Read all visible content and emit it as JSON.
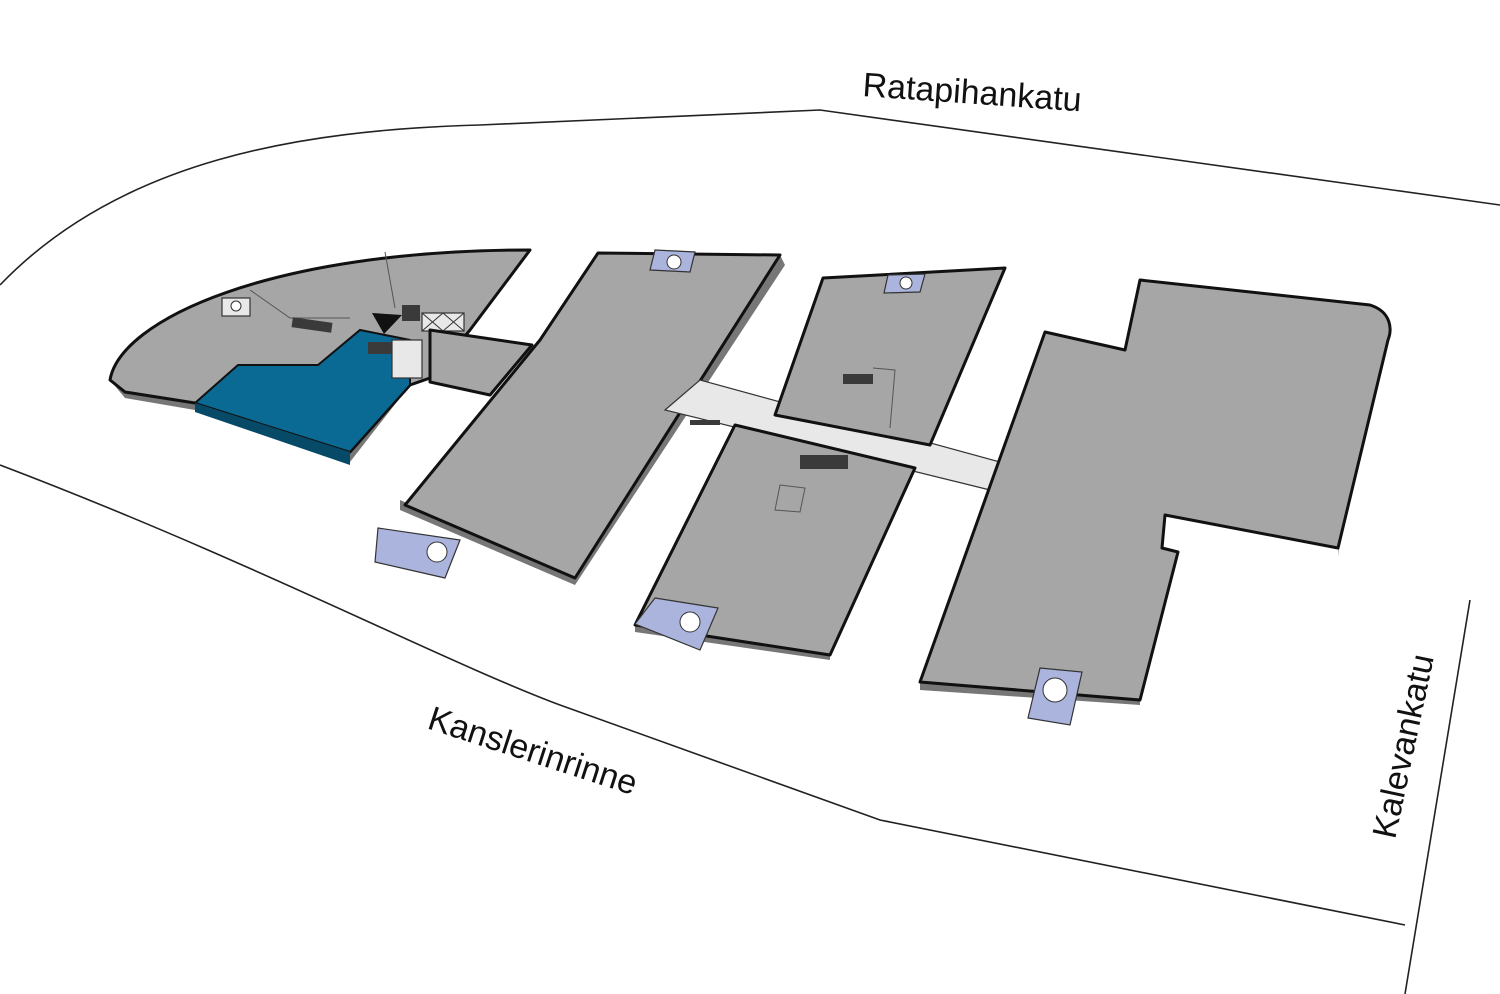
{
  "map": {
    "streets": {
      "north": "Ratapihankatu",
      "south": "Kanslerinrinne",
      "east": "Kalevankatu"
    },
    "colors": {
      "wing": "#a6a6a6",
      "wing_side": "#777777",
      "highlight_area": "#0b6a94",
      "stairwell": "#aab4dc",
      "corridor": "#e8e8e8"
    },
    "icons": [
      "you-are-here-marker-icon",
      "elevator-icon",
      "stairwell-icon"
    ]
  }
}
